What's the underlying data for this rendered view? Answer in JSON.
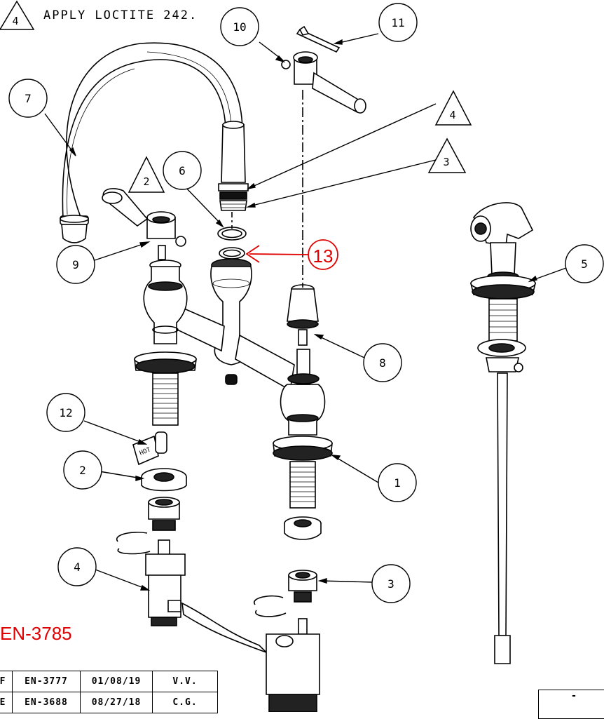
{
  "note": {
    "number": "4",
    "text": "APPLY LOCTITE 242."
  },
  "balloons": {
    "b1": "1",
    "b2": "2",
    "b3": "3",
    "b4": "4",
    "b5": "5",
    "b6": "6",
    "b7": "7",
    "b8": "8",
    "b9": "9",
    "b10": "10",
    "b11": "11",
    "b12": "12",
    "b13": "13"
  },
  "flags": {
    "f2": "2",
    "f3": "3",
    "f4": "4"
  },
  "labels": {
    "hot_label": "HOT"
  },
  "ecn_callout": "EN-3785",
  "revisions": [
    {
      "rev": "F",
      "ecn": "EN-3777",
      "date": "01/08/19",
      "by": "V.V."
    },
    {
      "rev": "E",
      "ecn": "EN-3688",
      "date": "08/27/18",
      "by": "C.G."
    }
  ],
  "title_block": {
    "cell": "-"
  },
  "colors": {
    "ink": "#000000",
    "callout": "#e00000"
  }
}
